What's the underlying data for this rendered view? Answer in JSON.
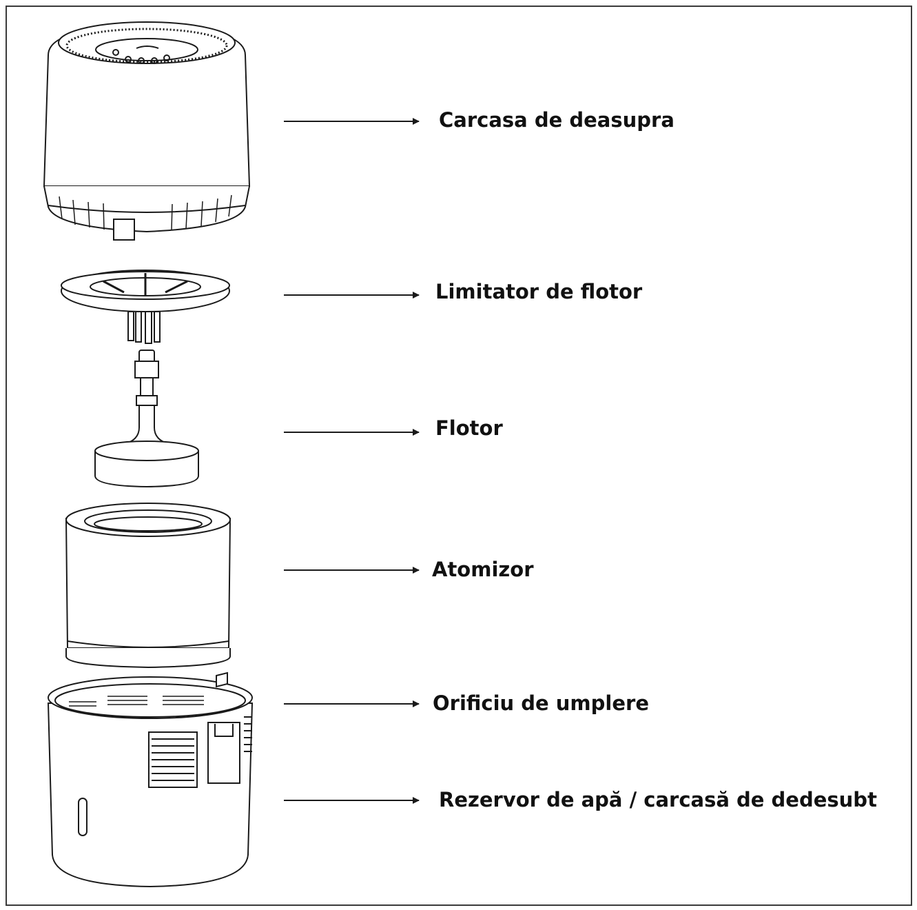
{
  "parts": [
    {
      "id": "top-housing",
      "label": "Carcasa de deasupra"
    },
    {
      "id": "float-limiter",
      "label": "Limitator de flotor"
    },
    {
      "id": "float",
      "label": "Flotor"
    },
    {
      "id": "atomizer",
      "label": "Atomizor"
    },
    {
      "id": "fill-hole",
      "label": "Orificiu de umplere"
    },
    {
      "id": "water-tank",
      "label": "Rezervor de apă / carcasă de dedesubt"
    }
  ],
  "colors": {
    "line": "#1a1a1a",
    "fill": "#ffffff",
    "label": "#111111"
  }
}
